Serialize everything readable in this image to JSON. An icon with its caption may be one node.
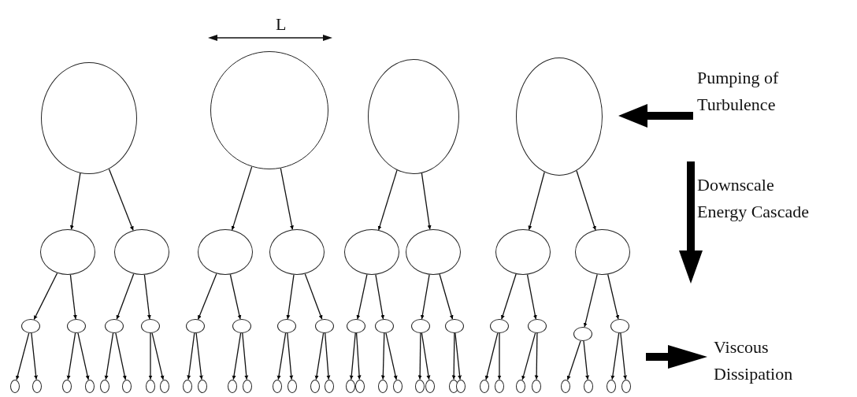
{
  "diagram": {
    "nodes": [
      {
        "text": [],
        "shape": "circle"
      },
      {
        "text": [],
        "shape": "circle"
      },
      {
        "text": [],
        "shape": "circle"
      },
      {
        "text": [],
        "shape": "circle"
      },
      {
        "text": [],
        "shape": "circle"
      },
      {
        "text": [],
        "shape": "circle"
      },
      {
        "text": [],
        "shape": "circle"
      },
      {
        "text": [],
        "shape": "circle"
      },
      {
        "text": [],
        "shape": "circle"
      },
      {
        "text": [],
        "shape": "circle"
      },
      {
        "text": [],
        "shape": "circle"
      },
      {
        "text": [],
        "shape": "circle"
      },
      {
        "text": [],
        "shape": "circle"
      },
      {
        "text": [],
        "shape": "circle"
      },
      {
        "text": [],
        "shape": "circle"
      },
      {
        "text": [],
        "shape": "circle"
      },
      {
        "text": [],
        "shape": "circle"
      },
      {
        "text": [],
        "shape": "circle"
      },
      {
        "text": [],
        "shape": "circle"
      },
      {
        "text": [],
        "shape": "circle"
      },
      {
        "text": [],
        "shape": "circle"
      },
      {
        "text": [],
        "shape": "circle"
      },
      {
        "text": [],
        "shape": "circle"
      },
      {
        "text": [],
        "shape": "circle"
      },
      {
        "text": [],
        "shape": "circle"
      },
      {
        "text": [],
        "shape": "circle"
      },
      {
        "text": [],
        "shape": "circle"
      },
      {
        "text": [],
        "shape": "circle"
      },
      {
        "text": [],
        "shape": "circle"
      },
      {
        "text": [],
        "shape": "circle"
      },
      {
        "text": [],
        "shape": "circle"
      },
      {
        "text": [],
        "shape": "circle"
      },
      {
        "text": [],
        "shape": "circle"
      },
      {
        "text": [],
        "shape": "circle"
      },
      {
        "text": [],
        "shape": "circle"
      },
      {
        "text": [],
        "shape": "circle"
      },
      {
        "text": [],
        "shape": "circle"
      },
      {
        "text": [],
        "shape": "circle"
      },
      {
        "text": [],
        "shape": "circle"
      },
      {
        "text": [],
        "shape": "circle"
      },
      {
        "text": [],
        "shape": "circle"
      },
      {
        "text": [],
        "shape": "circle"
      },
      {
        "text": [],
        "shape": "circle"
      },
      {
        "text": [],
        "shape": "circle"
      },
      {
        "text": [],
        "shape": "circle"
      },
      {
        "text": [],
        "shape": "circle"
      },
      {
        "text": [],
        "shape": "circle"
      },
      {
        "text": [],
        "shape": "circle"
      },
      {
        "text": [],
        "shape": "circle"
      },
      {
        "text": [],
        "shape": "circle"
      },
      {
        "text": [],
        "shape": "circle"
      },
      {
        "text": [],
        "shape": "circle"
      },
      {
        "text": [],
        "shape": "circle"
      },
      {
        "text": [],
        "shape": "circle"
      },
      {
        "text": [],
        "shape": "circle"
      },
      {
        "text": [],
        "shape": "circle"
      },
      {
        "text": [],
        "shape": "circle"
      },
      {
        "text": [],
        "shape": "circle"
      },
      {
        "text": [],
        "shape": "circle"
      },
      {
        "text": [],
        "shape": "circle"
      }
    ],
    "edges": [
      {
        "from": 0,
        "to": 4,
        "arrow": "to"
      },
      {
        "from": 0,
        "to": 5,
        "arrow": "to"
      },
      {
        "from": 1,
        "to": 6,
        "arrow": "to"
      },
      {
        "from": 1,
        "to": 7,
        "arrow": "to"
      },
      {
        "from": 2,
        "to": 8,
        "arrow": "to"
      },
      {
        "from": 2,
        "to": 9,
        "arrow": "to"
      },
      {
        "from": 3,
        "to": 10,
        "arrow": "to"
      },
      {
        "from": 3,
        "to": 11,
        "arrow": "to"
      },
      {
        "from": 4,
        "to": 12,
        "arrow": "to"
      },
      {
        "from": 4,
        "to": 13,
        "arrow": "to"
      },
      {
        "from": 5,
        "to": 14,
        "arrow": "to"
      },
      {
        "from": 5,
        "to": 15,
        "arrow": "to"
      },
      {
        "from": 6,
        "to": 16,
        "arrow": "to"
      },
      {
        "from": 6,
        "to": 17,
        "arrow": "to"
      },
      {
        "from": 7,
        "to": 18,
        "arrow": "to"
      },
      {
        "from": 7,
        "to": 19,
        "arrow": "to"
      },
      {
        "from": 8,
        "to": 20,
        "arrow": "to"
      },
      {
        "from": 8,
        "to": 21,
        "arrow": "to"
      },
      {
        "from": 9,
        "to": 22,
        "arrow": "to"
      },
      {
        "from": 9,
        "to": 23,
        "arrow": "to"
      },
      {
        "from": 10,
        "to": 24,
        "arrow": "to"
      },
      {
        "from": 10,
        "to": 25,
        "arrow": "to"
      },
      {
        "from": 11,
        "to": 26,
        "arrow": "to"
      },
      {
        "from": 11,
        "to": 27,
        "arrow": "to"
      },
      {
        "from": 12,
        "to": 28,
        "arrow": "to"
      },
      {
        "from": 12,
        "to": 29,
        "arrow": "to"
      },
      {
        "from": 13,
        "to": 30,
        "arrow": "to"
      },
      {
        "from": 13,
        "to": 31,
        "arrow": "to"
      },
      {
        "from": 14,
        "to": 32,
        "arrow": "to"
      },
      {
        "from": 14,
        "to": 33,
        "arrow": "to"
      },
      {
        "from": 15,
        "to": 34,
        "arrow": "to"
      },
      {
        "from": 15,
        "to": 35,
        "arrow": "to"
      },
      {
        "from": 16,
        "to": 36,
        "arrow": "to"
      },
      {
        "from": 16,
        "to": 37,
        "arrow": "to"
      },
      {
        "from": 17,
        "to": 38,
        "arrow": "to"
      },
      {
        "from": 17,
        "to": 39,
        "arrow": "to"
      },
      {
        "from": 18,
        "to": 40,
        "arrow": "to"
      },
      {
        "from": 18,
        "to": 41,
        "arrow": "to"
      },
      {
        "from": 19,
        "to": 42,
        "arrow": "to"
      },
      {
        "from": 19,
        "to": 43,
        "arrow": "to"
      },
      {
        "from": 20,
        "to": 44,
        "arrow": "to"
      },
      {
        "from": 20,
        "to": 45,
        "arrow": "to"
      },
      {
        "from": 21,
        "to": 46,
        "arrow": "to"
      },
      {
        "from": 21,
        "to": 47,
        "arrow": "to"
      },
      {
        "from": 22,
        "to": 48,
        "arrow": "to"
      },
      {
        "from": 22,
        "to": 49,
        "arrow": "to"
      },
      {
        "from": 23,
        "to": 50,
        "arrow": "to"
      },
      {
        "from": 23,
        "to": 51,
        "arrow": "to"
      },
      {
        "from": 24,
        "to": 52,
        "arrow": "to"
      },
      {
        "from": 24,
        "to": 53,
        "arrow": "to"
      },
      {
        "from": 25,
        "to": 54,
        "arrow": "to"
      },
      {
        "from": 25,
        "to": 55,
        "arrow": "to"
      },
      {
        "from": 26,
        "to": 56,
        "arrow": "to"
      },
      {
        "from": 26,
        "to": 57,
        "arrow": "to"
      },
      {
        "from": 27,
        "to": 58,
        "arrow": "to"
      },
      {
        "from": 27,
        "to": 59,
        "arrow": "to"
      }
    ],
    "labels": [
      "L",
      "Pumping of Turbulence",
      "Downscale Energy Cascade",
      "Viscous Dissipation"
    ]
  }
}
